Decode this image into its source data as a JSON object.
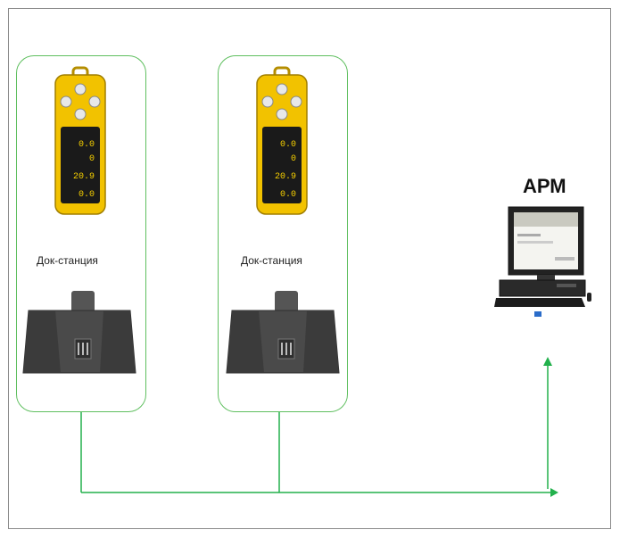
{
  "stations": [
    {
      "label": "Док-станция",
      "readings": [
        "0.0",
        "0",
        "20.9",
        "0.0"
      ]
    },
    {
      "label": "Док-станция",
      "readings": [
        "0.0",
        "0",
        "20.9",
        "0.0"
      ]
    }
  ],
  "workstation": {
    "title": "АРМ"
  },
  "colors": {
    "connector": "#22b14c",
    "card_border": "#5fbf5f",
    "detector_body": "#f2c200",
    "dock_body": "#4a4a4a"
  }
}
